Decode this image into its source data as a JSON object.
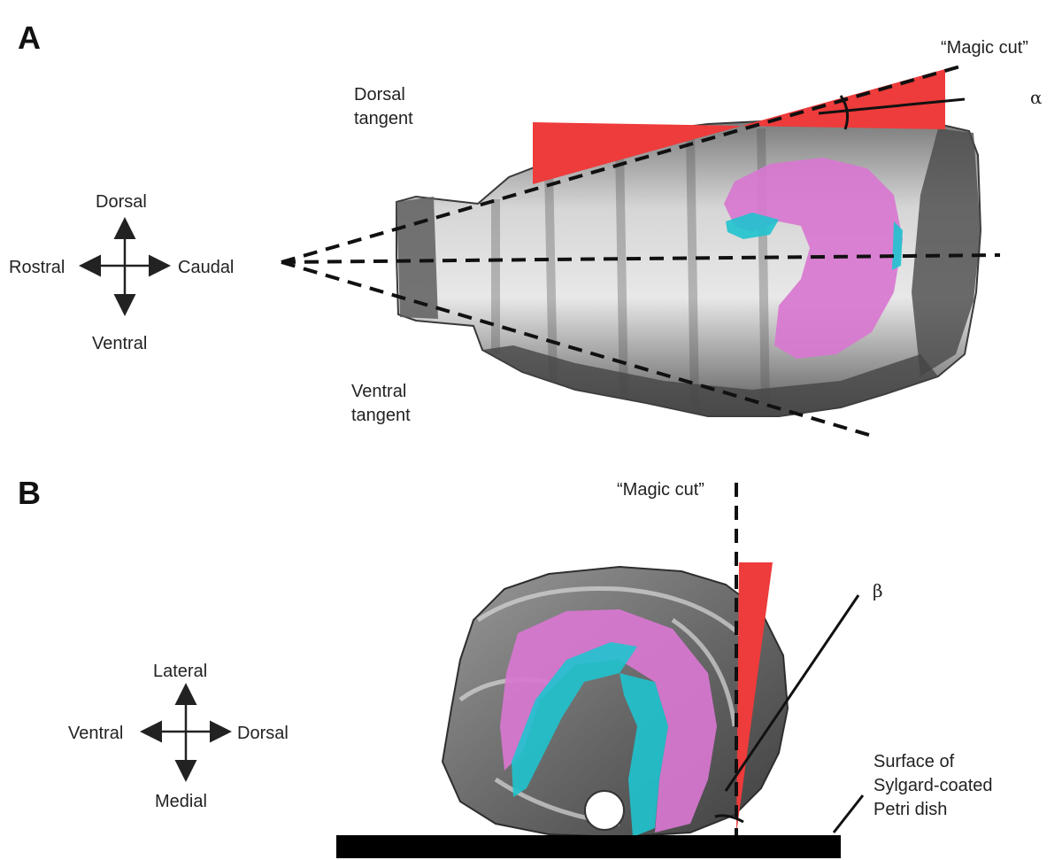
{
  "panel_a": {
    "letter": "A",
    "magic_cut": "“Magic cut”",
    "alpha": "α",
    "dorsal_tangent": [
      "Dorsal",
      "tangent"
    ],
    "ventral_tangent": [
      "Ventral",
      "tangent"
    ],
    "compass": {
      "up": "Dorsal",
      "down": "Ventral",
      "left": "Rostral",
      "right": "Caudal"
    }
  },
  "panel_b": {
    "letter": "B",
    "magic_cut": "“Magic cut”",
    "beta": "β",
    "surface_label": [
      "Surface of",
      "Sylgard-coated",
      "Petri dish"
    ],
    "compass": {
      "up": "Lateral",
      "down": "Medial",
      "left": "Ventral",
      "right": "Dorsal"
    }
  },
  "colors": {
    "cut_wedge": "#ee3b3b",
    "hippocampus_magenta": "#d877d0",
    "hippocampus_cyan": "#1fc3cf",
    "brain_gray": "#8a8a8a",
    "base_black": "#000000"
  }
}
